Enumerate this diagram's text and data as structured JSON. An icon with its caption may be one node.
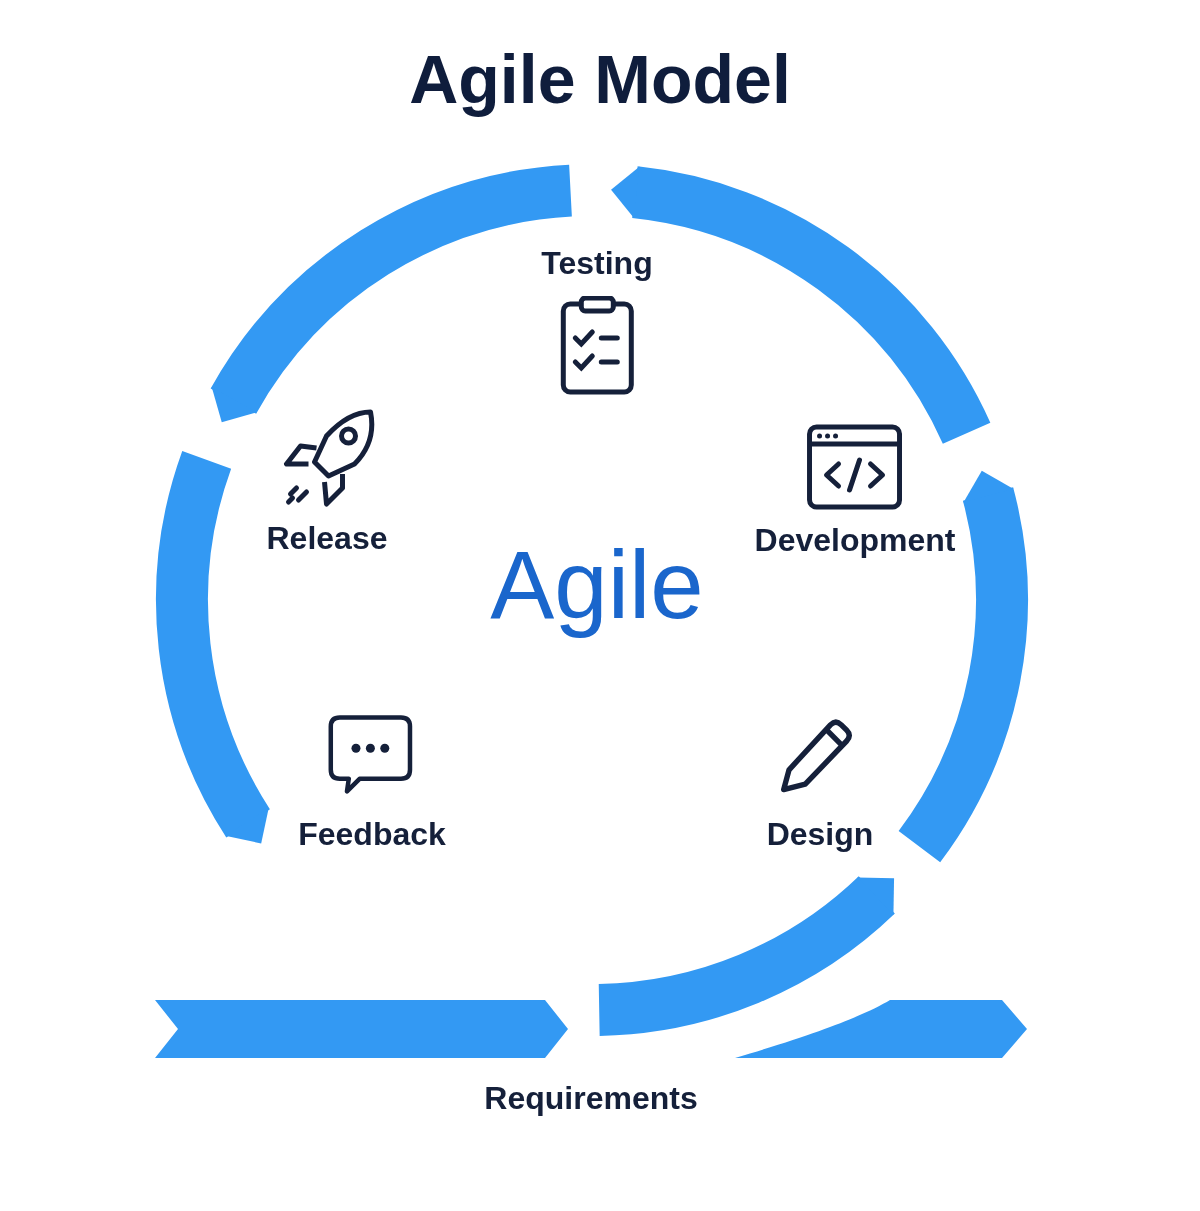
{
  "diagram": {
    "title": "Agile Model",
    "nodes": [
      {
        "text": [
          "Testing"
        ]
      },
      {
        "text": [
          "Development"
        ]
      },
      {
        "text": [
          "Design"
        ]
      },
      {
        "text": [
          "Feedback"
        ]
      },
      {
        "text": [
          "Release"
        ]
      },
      {
        "text": [
          "Agile"
        ]
      },
      {
        "text": [
          "Requirements"
        ]
      }
    ],
    "edges": [
      {
        "from": 6,
        "to": 2,
        "arrow": "to"
      },
      {
        "from": 2,
        "to": 1,
        "arrow": "to"
      },
      {
        "from": 1,
        "to": 0,
        "arrow": "to"
      },
      {
        "from": 0,
        "to": 4,
        "arrow": "to"
      },
      {
        "from": 4,
        "to": 3,
        "arrow": "to"
      }
    ]
  }
}
